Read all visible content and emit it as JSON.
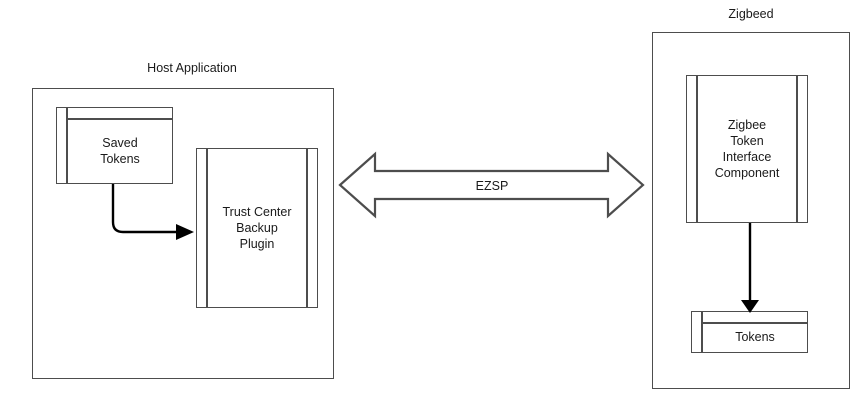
{
  "diagram": {
    "title_left": "Host Application",
    "title_right": "Zigbeed",
    "connector_label": "EZSP",
    "stroke_color": "#4d4d4d",
    "arrow_color": "#000000",
    "background": "#ffffff"
  },
  "host_application": {
    "label": "Host Application",
    "nodes": {
      "saved_tokens": "Saved\nTokens",
      "saved_tokens_line1": "Saved",
      "saved_tokens_line2": "Tokens",
      "trust_center_plugin_line1": "Trust Center",
      "trust_center_plugin_line2": "Backup",
      "trust_center_plugin_line3": "Plugin"
    }
  },
  "zigbeed": {
    "label": "Zigbeed",
    "nodes": {
      "token_interface_line1": "Zigbee",
      "token_interface_line2": "Token",
      "token_interface_line3": "Interface",
      "token_interface_line4": "Component",
      "tokens": "Tokens"
    }
  },
  "connectors": {
    "ezsp": "EZSP",
    "saved_tokens_to_plugin": "",
    "interface_to_tokens": ""
  }
}
